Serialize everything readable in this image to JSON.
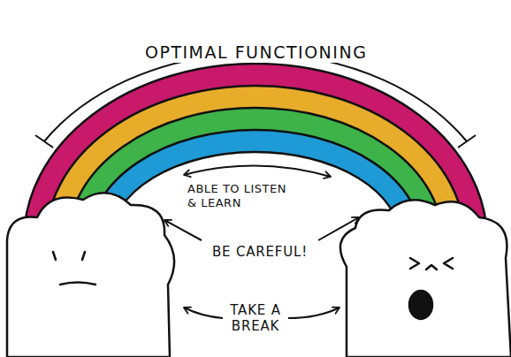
{
  "diagram": {
    "labels": [
      "OPTIMAL FUNCTIONING",
      "ABLE TO LISTEN & LEARN",
      "BE CAREFUL!",
      "TAKE A BREAK"
    ]
  }
}
